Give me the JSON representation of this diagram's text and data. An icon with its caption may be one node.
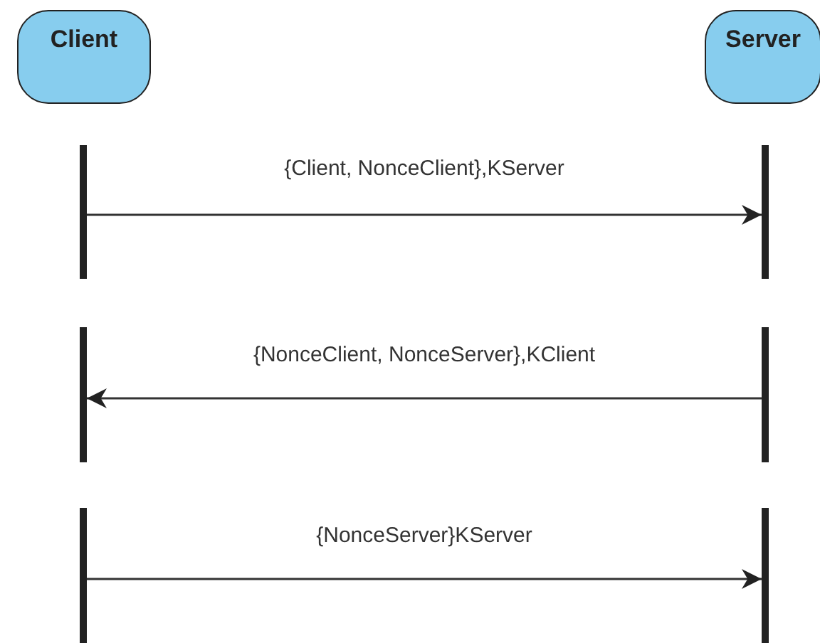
{
  "diagram": {
    "nodes": [
      {
        "text": [
          "Client"
        ]
      },
      {
        "text": [
          "Server"
        ]
      },
      {
        "text": [],
        "shape": "bar"
      },
      {
        "text": [],
        "shape": "bar"
      },
      {
        "text": [],
        "shape": "bar"
      },
      {
        "text": [],
        "shape": "bar"
      },
      {
        "text": [],
        "shape": "bar"
      },
      {
        "text": [],
        "shape": "bar"
      }
    ],
    "edges": [
      {
        "from": 2,
        "to": 3,
        "arrow": "to",
        "label": "{Client, NonceClient},KServer"
      },
      {
        "from": 5,
        "to": 4,
        "arrow": "to",
        "label": "{NonceClient, NonceServer},KClient"
      },
      {
        "from": 6,
        "to": 7,
        "arrow": "to",
        "label": "{NonceServer}KServer"
      }
    ]
  }
}
